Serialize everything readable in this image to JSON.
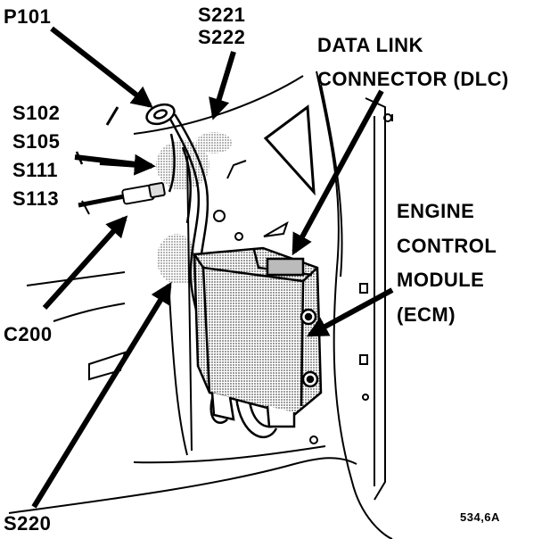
{
  "labels": {
    "p101": "P101",
    "s221": "S221",
    "s222": "S222",
    "dlc_line1": "DATA LINK",
    "dlc_line2": "CONNECTOR (DLC)",
    "s102": "S102",
    "s105": "S105",
    "s111": "S111",
    "s113": "S113",
    "ecm_line1": "ENGINE",
    "ecm_line2": "CONTROL",
    "ecm_line3": "MODULE",
    "ecm_line4": "(ECM)",
    "c200": "C200",
    "s220": "S220",
    "figure_number": "534,6A"
  },
  "colors": {
    "ink": "#000000",
    "shading": "#9a9a9a",
    "paper": "#ffffff"
  }
}
